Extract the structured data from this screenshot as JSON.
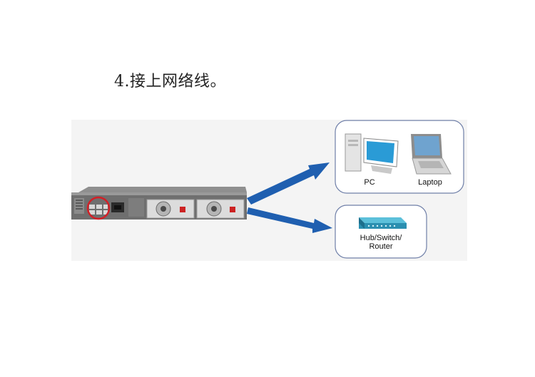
{
  "heading": {
    "text": "4.接上网络线。"
  },
  "diagram": {
    "labels": {
      "pc": "PC",
      "laptop": "Laptop",
      "hub": "Hub/Switch/ Router"
    },
    "hub_lines": [
      "Hub/Switch/",
      "Router"
    ],
    "colors": {
      "arrow": "#1f5fb0",
      "card_border": "#6f7fa8",
      "highlight_circle": "#d32027",
      "hub": "#2b8fb0"
    }
  }
}
